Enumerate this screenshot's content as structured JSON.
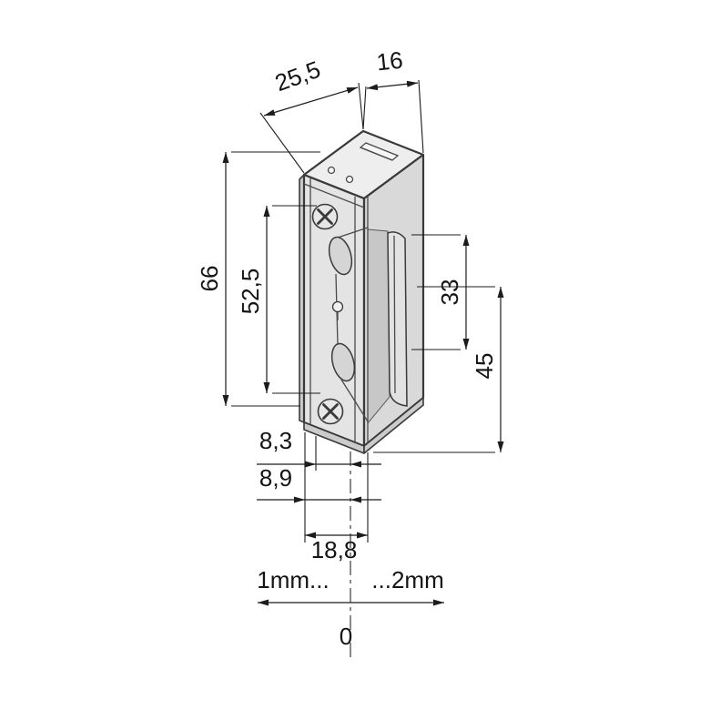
{
  "figure": {
    "subject": "electric door strike, isometric dimensioned drawing",
    "units": "mm"
  },
  "dims": {
    "d255": "25,5",
    "d16": "16",
    "d66": "66",
    "d525": "52,5",
    "d33": "33",
    "d45": "45",
    "d83": "8,3",
    "d89": "8,9",
    "d188": "18,8"
  },
  "adjustment": {
    "left": "1mm...",
    "right": "...2mm",
    "zero": "0"
  },
  "colors": {
    "body_line": "#3a3a3a",
    "dimension_line": "#1c1c1c",
    "face_light": "#eeeeee",
    "face_mid": "#e4e4e4",
    "face_dark": "#d9d9d9",
    "cavity": "#c7c7c7",
    "background": "#ffffff"
  }
}
